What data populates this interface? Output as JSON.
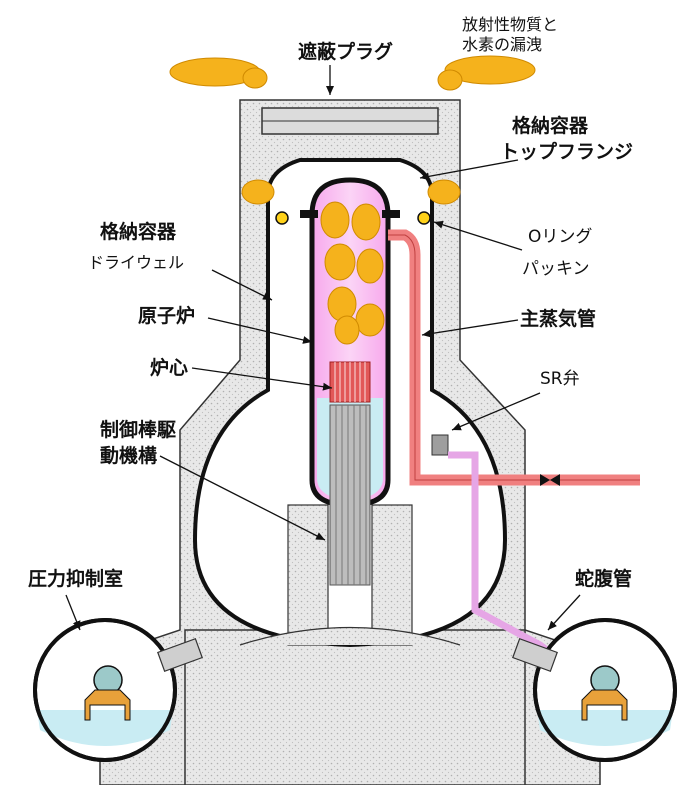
{
  "labels": {
    "shield_plug": "遮蔽プラグ",
    "leak_line1": "放射性物質と",
    "leak_line2": "水素の漏洩",
    "top_flange_line1": "格納容器",
    "top_flange_line2": "トップフランジ",
    "o_ring_line1": "Oリング",
    "o_ring_line2": "パッキン",
    "drywell_line1": "格納容器",
    "drywell_line2": "ドライウェル",
    "reactor": "原子炉",
    "core": "炉心",
    "main_steam": "主蒸気管",
    "sr_valve": "SR弁",
    "crd_line1": "制御棒駆",
    "crd_line2": "動機構",
    "suppression_chamber": "圧力抑制室",
    "bellows": "蛇腹管"
  },
  "colors": {
    "concrete": "#e6e6e6",
    "vessel_fill": "#f7b8f0",
    "water": "#c9ecf3",
    "core_red": "#e25858",
    "steam_pipe": "#f08080",
    "relief_pipe": "#e6a6e6",
    "gas_cloud": "#f5b21c",
    "gas_outline": "#d08a00"
  }
}
